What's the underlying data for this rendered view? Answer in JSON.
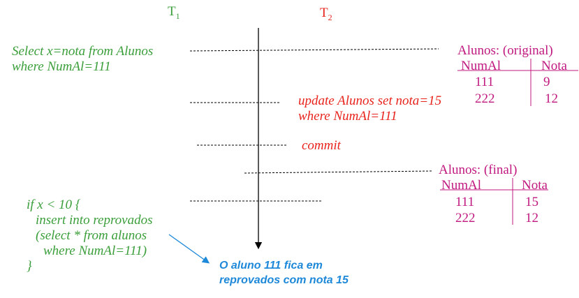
{
  "transactions": {
    "t1": {
      "name": "T",
      "sub": "1"
    },
    "t2": {
      "name": "T",
      "sub": "2"
    }
  },
  "t1_steps": {
    "select": [
      "Select x=nota from Alunos",
      "where NumAl=111"
    ],
    "if_block": [
      "if x < 10 {",
      "insert into reprovados",
      "(select * from alunos",
      "where NumAl=111)",
      "}"
    ]
  },
  "t2_steps": {
    "update": [
      "update Alunos set nota=15",
      "where NumAl=111"
    ],
    "commit": "commit"
  },
  "table_original": {
    "title": "Alunos: (original)",
    "headers": [
      "NumAl",
      "Nota"
    ],
    "rows": [
      [
        "111",
        "9"
      ],
      [
        "222",
        "12"
      ]
    ]
  },
  "table_final": {
    "title": "Alunos: (final)",
    "headers": [
      "NumAl",
      "Nota"
    ],
    "rows": [
      [
        "111",
        "15"
      ],
      [
        "222",
        "12"
      ]
    ]
  },
  "note": [
    "O aluno 111 fica em",
    "reprovados com nota 15"
  ],
  "colors": {
    "t1": "#3a9e3a",
    "t2": "#e8231c",
    "tables": "#c0187f",
    "note": "#1e88d9",
    "timeline": "#000000"
  }
}
